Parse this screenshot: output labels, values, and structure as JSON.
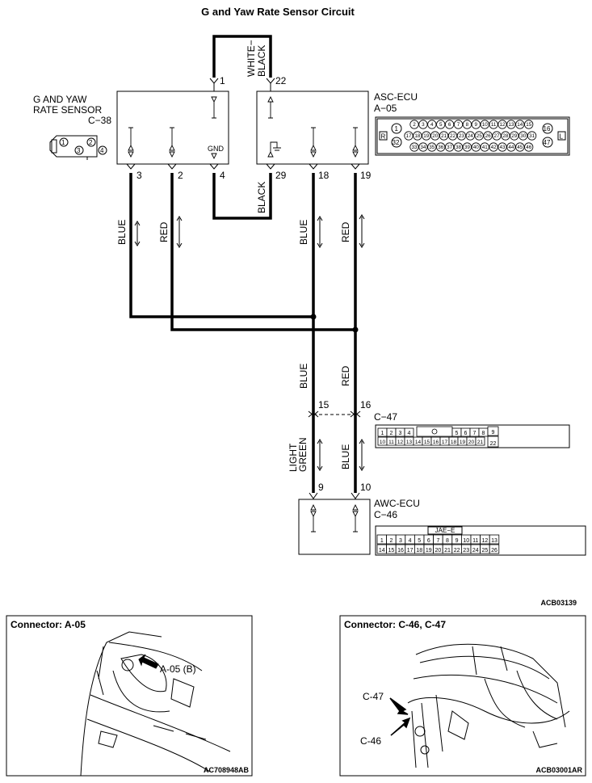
{
  "title": "G and Yaw Rate Sensor Circuit",
  "components": {
    "sensor": {
      "name_line1": "G AND YAW",
      "name_line2": "RATE SENSOR",
      "connector": "C−38",
      "gnd_label": "GND",
      "connector_pins": [
        "1",
        "2",
        "3",
        "4"
      ]
    },
    "asc_ecu": {
      "name": "ASC-ECU",
      "connector": "A−05"
    },
    "awc_ecu": {
      "name": "AWC-ECU",
      "connector": "C−46",
      "header": "JAE−E"
    },
    "junction": {
      "connector": "C−47"
    }
  },
  "pins": {
    "p1": "1",
    "p22": "22",
    "p3": "3",
    "p2": "2",
    "p4": "4",
    "p29": "29",
    "p18": "18",
    "p19": "19",
    "p15": "15",
    "p16": "16",
    "p9": "9",
    "p10": "10"
  },
  "wires": {
    "white_black_1": "WHITE−",
    "white_black_2": "BLACK",
    "black": "BLACK",
    "blue_a": "BLUE",
    "red_a": "RED",
    "blue_b": "BLUE",
    "red_b": "RED",
    "blue_c": "BLUE",
    "red_c": "RED",
    "light": "LIGHT",
    "green": "GREEN",
    "blue_d": "BLUE"
  },
  "a05_grid": {
    "row1": [
      "2",
      "3",
      "4",
      "5",
      "6",
      "7",
      "8",
      "9",
      "10",
      "11",
      "12",
      "13",
      "14",
      "15"
    ],
    "row2": [
      "17",
      "18",
      "19",
      "20",
      "21",
      "22",
      "23",
      "24",
      "25",
      "26",
      "27",
      "28",
      "29",
      "30",
      "31"
    ],
    "row3": [
      "33",
      "34",
      "35",
      "36",
      "37",
      "38",
      "39",
      "40",
      "41",
      "42",
      "43",
      "44",
      "45",
      "46"
    ],
    "left_top": "1",
    "left_bottom": "32",
    "right_top": "16",
    "right_bottom": "47",
    "left_mark": "R",
    "right_mark": "L"
  },
  "c47_grid": {
    "row1": [
      "1",
      "2",
      "3",
      "4",
      "5",
      "6",
      "7",
      "8",
      "9"
    ],
    "row2": [
      "10",
      "11",
      "12",
      "13",
      "14",
      "15",
      "16",
      "17",
      "18",
      "19",
      "20",
      "21",
      "22"
    ]
  },
  "c46_grid": {
    "row1": [
      "1",
      "2",
      "3",
      "4",
      "5",
      "6",
      "7",
      "8",
      "9",
      "10",
      "11",
      "12",
      "13"
    ],
    "row2": [
      "14",
      "15",
      "16",
      "17",
      "18",
      "19",
      "20",
      "21",
      "22",
      "23",
      "24",
      "25",
      "26"
    ]
  },
  "codes": {
    "main": "ACB03139",
    "left": "AC708948AB",
    "right": "ACB03001AR"
  },
  "panels": {
    "left": {
      "title": "Connector: A-05",
      "callout": "A-05 (B)"
    },
    "right": {
      "title": "Connector: C-46, C-47",
      "callout1": "C-47",
      "callout2": "C-46"
    }
  }
}
